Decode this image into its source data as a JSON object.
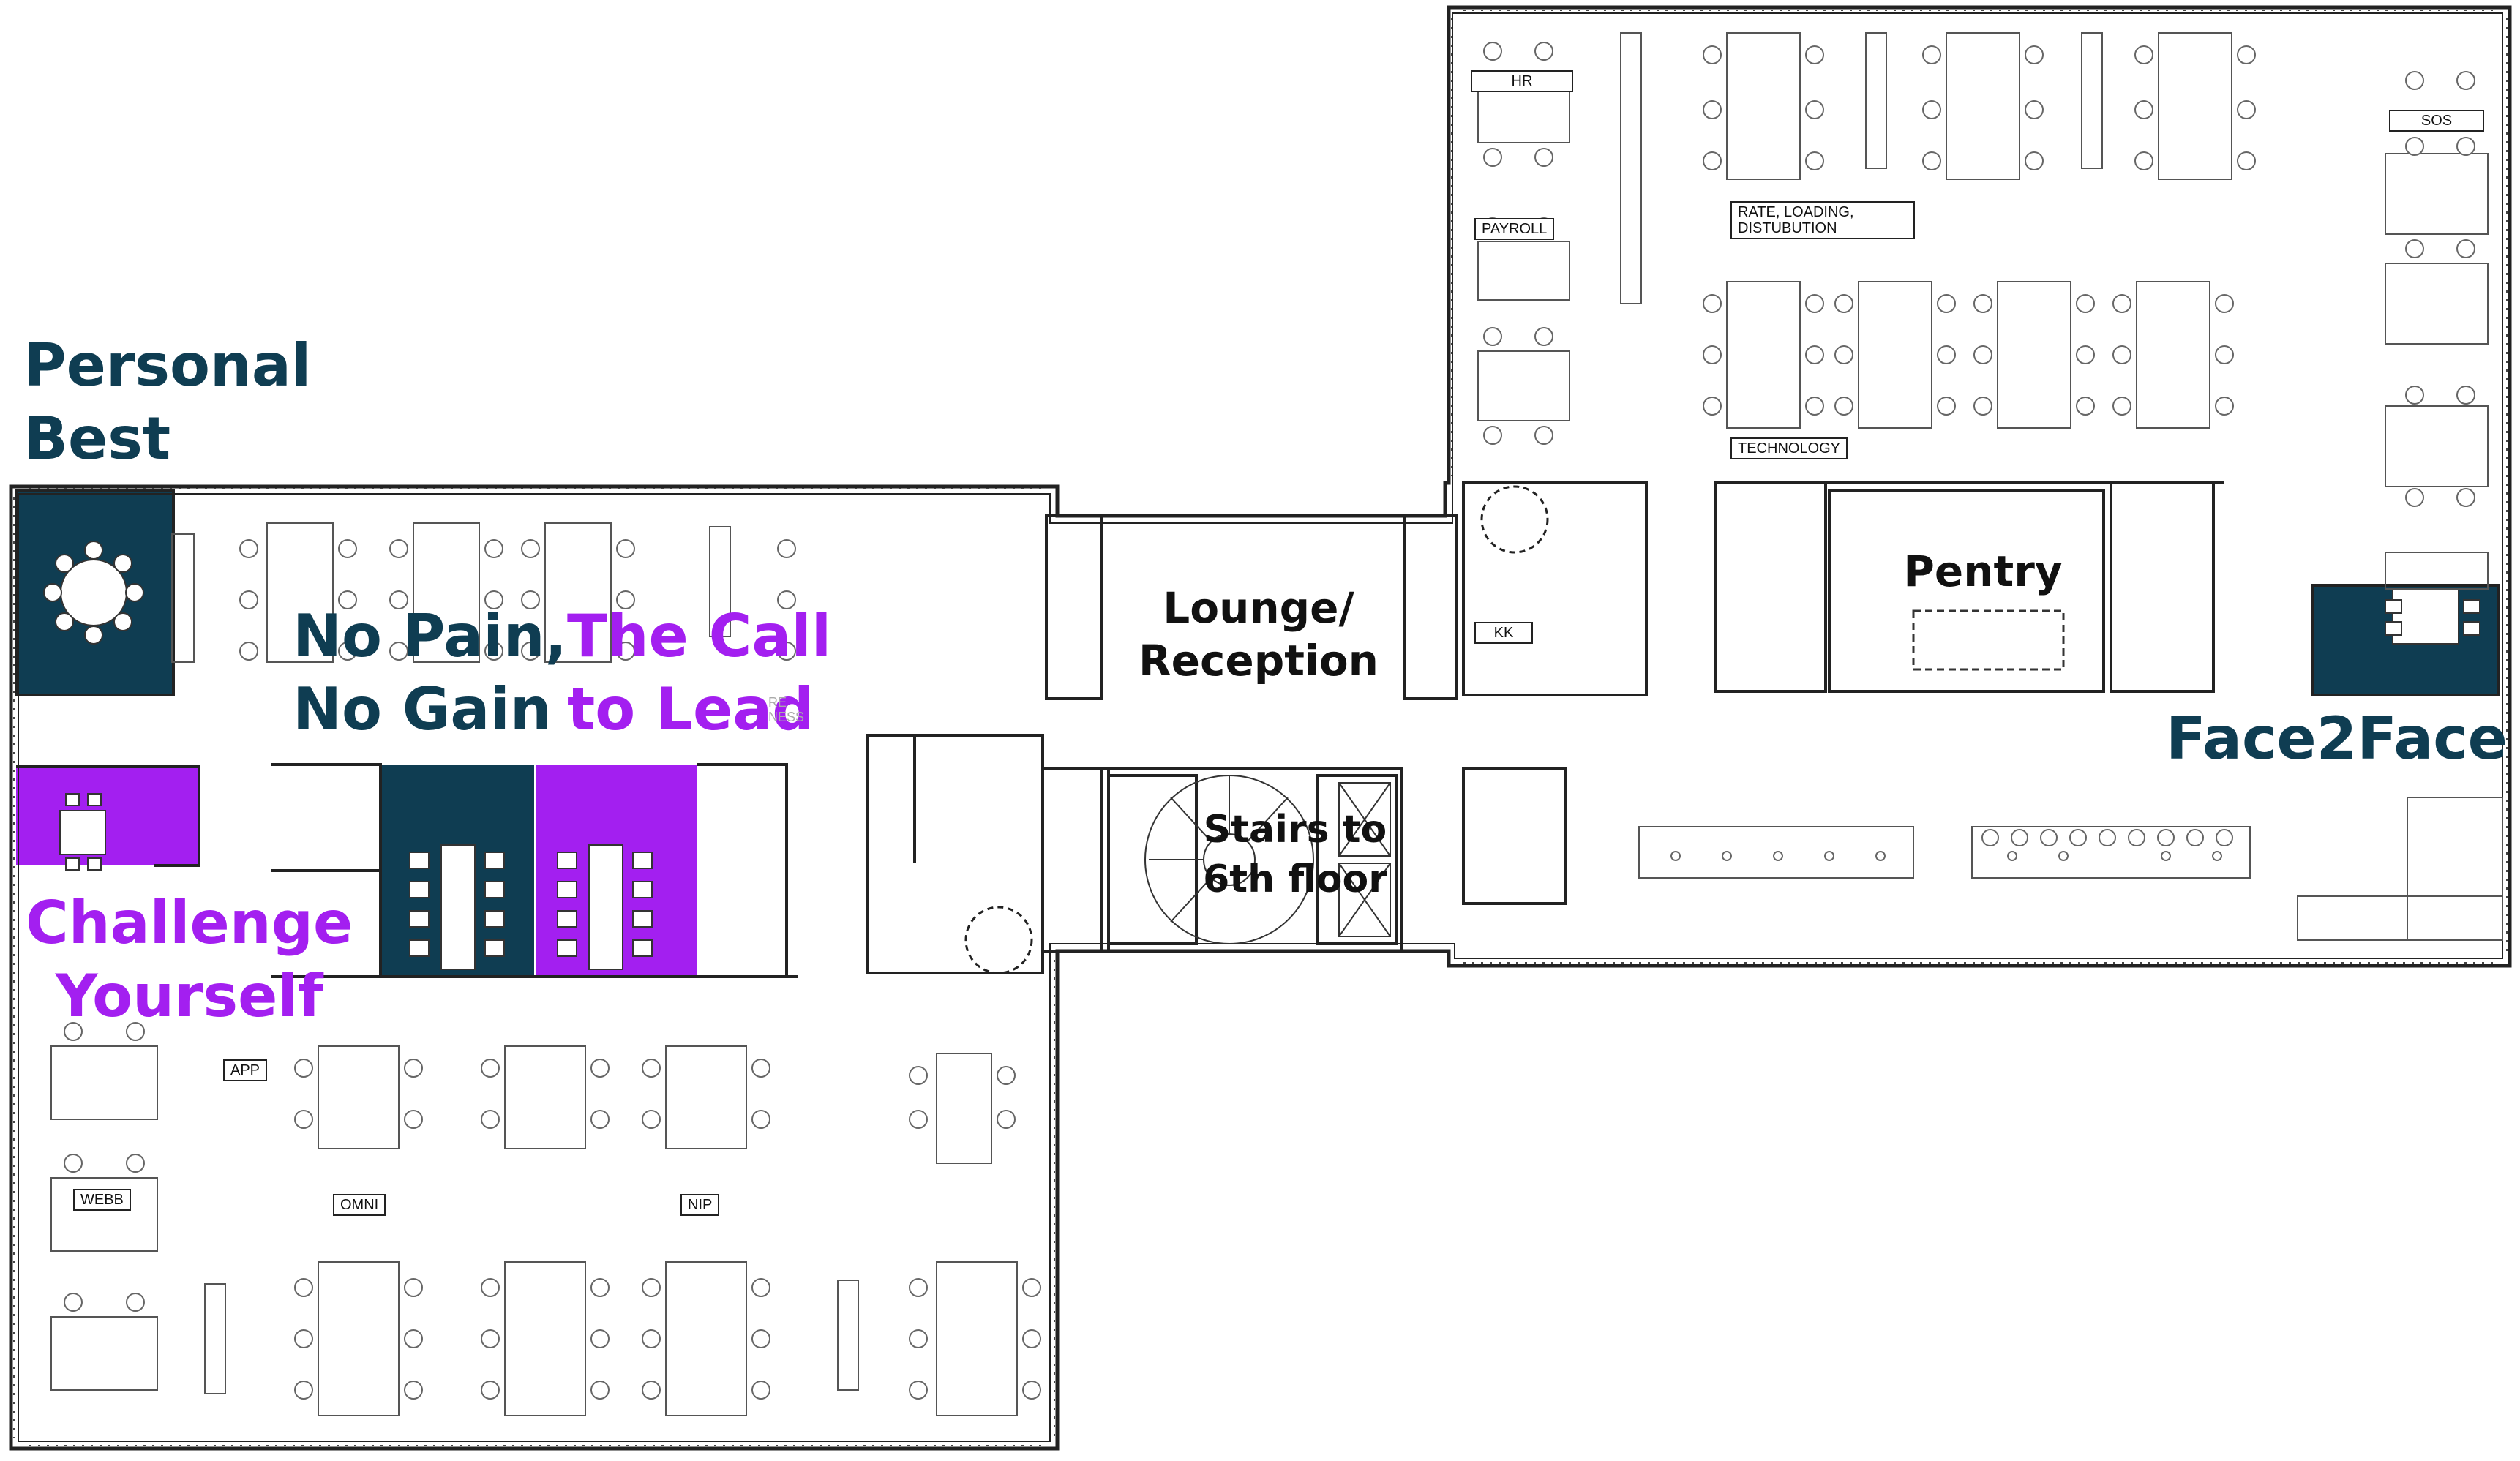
{
  "colors": {
    "teal": "#0f3d52",
    "purple": "#a31ff0",
    "wall": "#222222",
    "furniture": "#666666"
  },
  "rooms": {
    "personal_best": {
      "line1": "Personal",
      "line2": "Best"
    },
    "no_pain": {
      "line1": "No Pain,",
      "line2": "No Gain"
    },
    "call_to_lead": {
      "line1": "The Call",
      "line2": "to Lead"
    },
    "challenge": {
      "line1": "Challenge",
      "line2": "Yourself"
    },
    "face2face": "Face2Face"
  },
  "areas": {
    "lounge": {
      "line1": "Lounge/",
      "line2": "Reception"
    },
    "stairs": {
      "line1": "Stairs to",
      "line2": "6th floor"
    },
    "pentry": "Pentry"
  },
  "team_labels": {
    "hr": "HR",
    "payroll": "PAYROLL",
    "kk": "KK",
    "sos": "SOS",
    "technology": "TECHNOLOGY",
    "rate": "RATE, LOADING, DISTUBUTION",
    "app": "APP",
    "webb": "WEBB",
    "omni": "OMNI",
    "nip": "NIP"
  },
  "faint_text": {
    "line1": "RE",
    "line2": "NESS"
  }
}
